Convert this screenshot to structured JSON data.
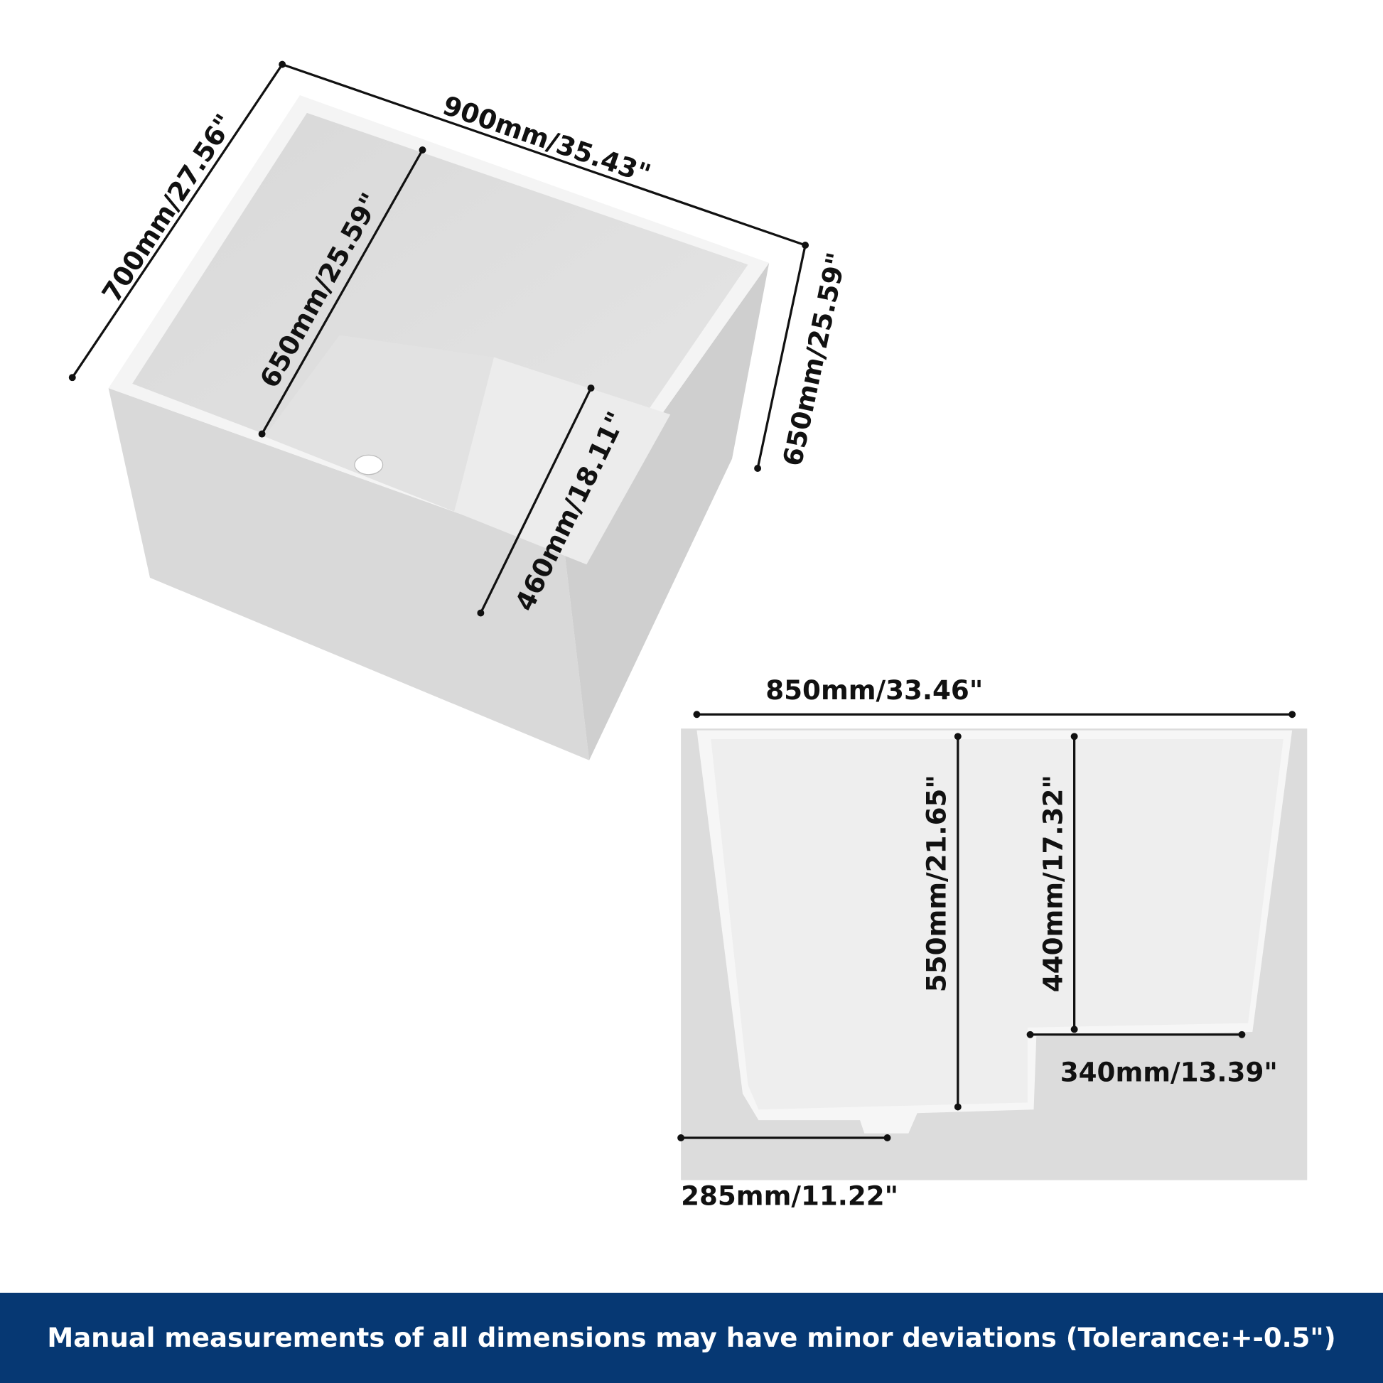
{
  "top_view": {
    "width_label": "900mm/35.43\"",
    "depth_label": "700mm/27.56\"",
    "inner_length_label": "650mm/25.59\"",
    "height_label": "650mm/25.59\"",
    "seat_label": "460mm/18.11\""
  },
  "side_view": {
    "top_width_label": "850mm/33.46\"",
    "inner_depth_label": "550mm/21.65\"",
    "seat_height_label": "440mm/17.32\"",
    "seat_width_label": "340mm/13.39\"",
    "drain_offset_label": "285mm/11.22\""
  },
  "footer": {
    "note": "Manual measurements of all dimensions may have minor deviations (Tolerance:+-0.5\")",
    "background": "#063873"
  }
}
